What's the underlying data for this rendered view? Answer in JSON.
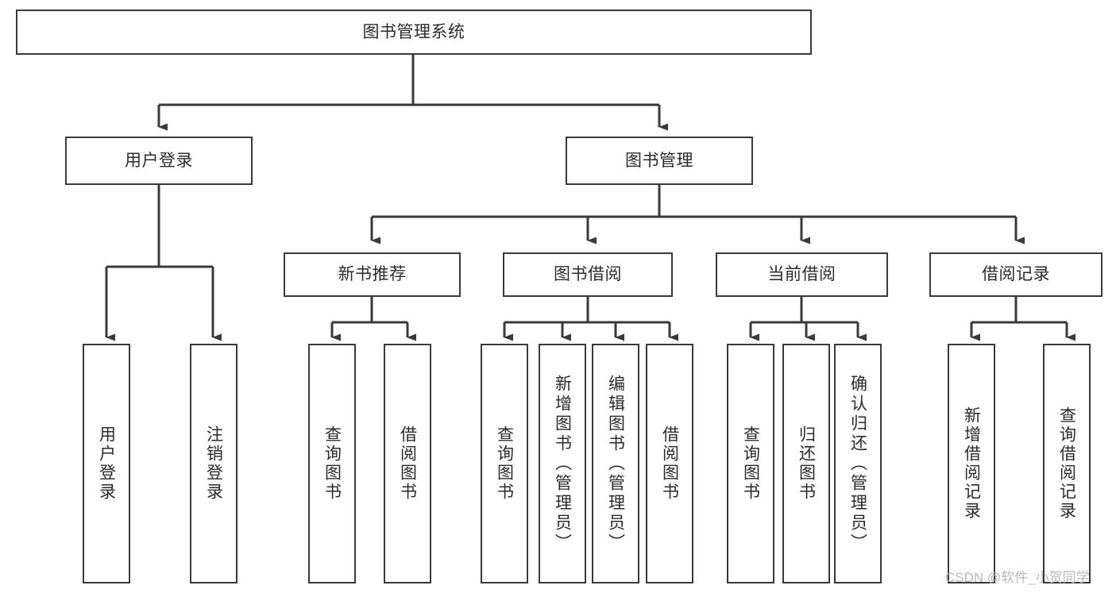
{
  "diagram": {
    "type": "tree-hierarchy",
    "title": "图书管理系统",
    "colors": {
      "box_border": "#3a3a3a",
      "box_fill": "#ffffff",
      "line": "#3a3a3a",
      "text": "#2b2b2b",
      "watermark": "#b9b9b9",
      "background": "#ffffff"
    },
    "levels": {
      "root": {
        "label": "图书管理系统"
      },
      "level1": [
        {
          "label": "用户登录"
        },
        {
          "label": "图书管理"
        }
      ],
      "level2": [
        {
          "label": "新书推荐"
        },
        {
          "label": "图书借阅"
        },
        {
          "label": "当前借阅"
        },
        {
          "label": "借阅记录"
        }
      ],
      "leaves": {
        "user_login": [
          {
            "label": "用户登录"
          },
          {
            "label": "注销登录"
          }
        ],
        "new_book_recommend": [
          {
            "label": "查询图书"
          },
          {
            "label": "借阅图书"
          }
        ],
        "book_borrow": [
          {
            "label": "查询图书"
          },
          {
            "label": "新增图书（管理员）"
          },
          {
            "label": "编辑图书（管理员）"
          },
          {
            "label": "借阅图书"
          }
        ],
        "current_borrow": [
          {
            "label": "查询图书"
          },
          {
            "label": "归还图书"
          },
          {
            "label": "确认归还（管理员）"
          }
        ],
        "borrow_record": [
          {
            "label": "新增借阅记录"
          },
          {
            "label": "查询借阅记录"
          }
        ]
      }
    },
    "watermark": "CSDN @软件_小贺同学"
  }
}
